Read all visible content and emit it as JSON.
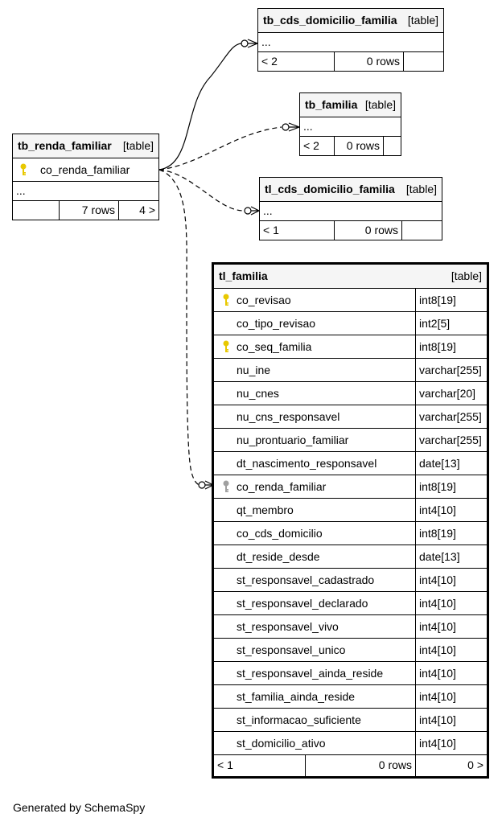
{
  "tables": {
    "tb_cds_domicilio_familia": {
      "name": "tb_cds_domicilio_familia",
      "type": "[table]",
      "columns_placeholder": "...",
      "footer": {
        "parents": "< 2",
        "rows": "0 rows",
        "children": ""
      }
    },
    "tb_familia": {
      "name": "tb_familia",
      "type": "[table]",
      "columns_placeholder": "...",
      "footer": {
        "parents": "< 2",
        "rows": "0 rows",
        "children": ""
      }
    },
    "tl_cds_domicilio_familia": {
      "name": "tl_cds_domicilio_familia",
      "type": "[table]",
      "columns_placeholder": "...",
      "footer": {
        "parents": "< 1",
        "rows": "0 rows",
        "children": ""
      }
    },
    "tb_renda_familiar": {
      "name": "tb_renda_familiar",
      "type": "[table]",
      "key_column": {
        "name": "co_renda_familiar",
        "key": "primary"
      },
      "columns_placeholder": "...",
      "footer": {
        "parents": "",
        "rows": "7 rows",
        "children": "4 >"
      }
    },
    "tl_familia": {
      "name": "tl_familia",
      "type": "[table]",
      "columns": [
        {
          "name": "co_revisao",
          "type": "int8[19]",
          "key": "primary"
        },
        {
          "name": "co_tipo_revisao",
          "type": "int2[5]",
          "key": ""
        },
        {
          "name": "co_seq_familia",
          "type": "int8[19]",
          "key": "primary"
        },
        {
          "name": "nu_ine",
          "type": "varchar[255]",
          "key": ""
        },
        {
          "name": "nu_cnes",
          "type": "varchar[20]",
          "key": ""
        },
        {
          "name": "nu_cns_responsavel",
          "type": "varchar[255]",
          "key": ""
        },
        {
          "name": "nu_prontuario_familiar",
          "type": "varchar[255]",
          "key": ""
        },
        {
          "name": "dt_nascimento_responsavel",
          "type": "date[13]",
          "key": ""
        },
        {
          "name": "co_renda_familiar",
          "type": "int8[19]",
          "key": "foreign"
        },
        {
          "name": "qt_membro",
          "type": "int4[10]",
          "key": ""
        },
        {
          "name": "co_cds_domicilio",
          "type": "int8[19]",
          "key": ""
        },
        {
          "name": "dt_reside_desde",
          "type": "date[13]",
          "key": ""
        },
        {
          "name": "st_responsavel_cadastrado",
          "type": "int4[10]",
          "key": ""
        },
        {
          "name": "st_responsavel_declarado",
          "type": "int4[10]",
          "key": ""
        },
        {
          "name": "st_responsavel_vivo",
          "type": "int4[10]",
          "key": ""
        },
        {
          "name": "st_responsavel_unico",
          "type": "int4[10]",
          "key": ""
        },
        {
          "name": "st_responsavel_ainda_reside",
          "type": "int4[10]",
          "key": ""
        },
        {
          "name": "st_familia_ainda_reside",
          "type": "int4[10]",
          "key": ""
        },
        {
          "name": "st_informacao_suficiente",
          "type": "int4[10]",
          "key": ""
        },
        {
          "name": "st_domicilio_ativo",
          "type": "int4[10]",
          "key": ""
        }
      ],
      "footer": {
        "parents": "< 1",
        "rows": "0 rows",
        "children": "0 >"
      }
    }
  },
  "colors": {
    "primary_key": "#e8c800",
    "foreign_key": "#a0a0a0",
    "header_bg": "#f5f5f5"
  },
  "footer_text": "Generated by SchemaSpy"
}
